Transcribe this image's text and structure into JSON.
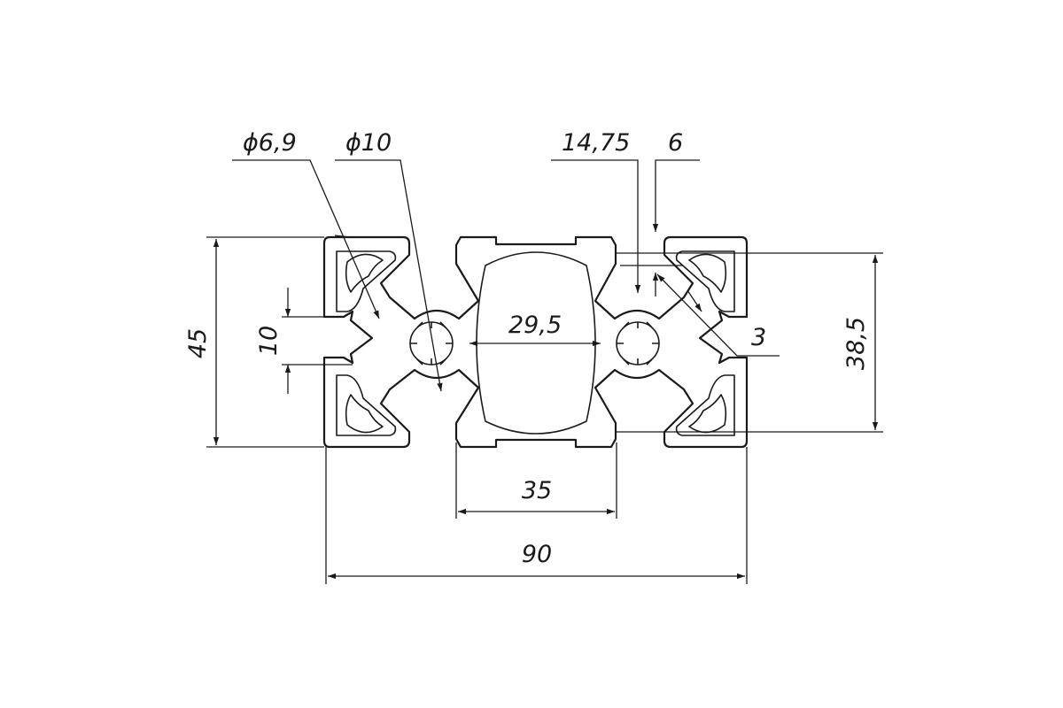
{
  "drawing": {
    "dimensions": {
      "hole_small": "ϕ6,9",
      "hole_large": "ϕ10",
      "slot_offset": "14,75",
      "slot_depth": "6",
      "wall": "3",
      "inner_width": "29,5",
      "height": "45",
      "slot_width": "10",
      "height_inner": "38,5",
      "center_width": "35",
      "total_width": "90"
    },
    "colors": {
      "line": "#1a1a1a",
      "background": "#ffffff"
    }
  }
}
